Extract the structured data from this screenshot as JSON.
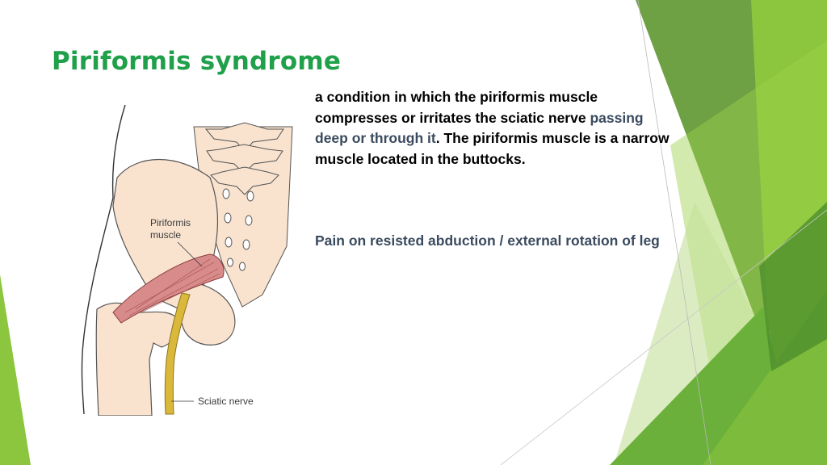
{
  "slide": {
    "title": "Piriformis syndrome",
    "paragraph1": {
      "part1": "a condition in which the piriformis muscle compresses or irritates the sciatic nerve ",
      "highlight": "passing deep or through it",
      "part2": ". The piriformis muscle is a narrow muscle located in the buttocks."
    },
    "paragraph2": "Pain on resisted abduction / external rotation of leg"
  },
  "illustration": {
    "label_piriformis_line1": "Piriformis",
    "label_piriformis_line2": "muscle",
    "label_sciatic": "Sciatic nerve"
  },
  "colors": {
    "title": "#20a04a",
    "body_text": "#000000",
    "highlight_text": "#3a4a5e",
    "accent_green_dark": "#5e9a3c",
    "accent_green_light": "#8cc63f",
    "bone": "#f9e3cf",
    "muscle": "#d88b8b",
    "nerve": "#d9b83a"
  }
}
